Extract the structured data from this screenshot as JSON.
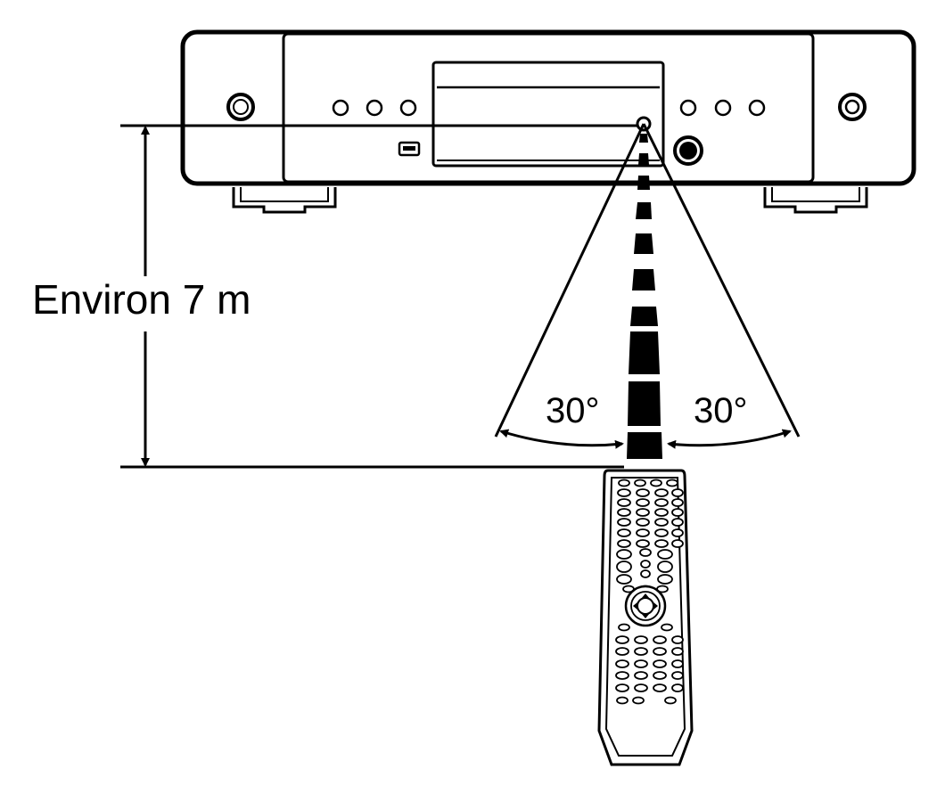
{
  "diagram": {
    "distance_label": "Environ 7 m",
    "angle_left_label": "30°",
    "angle_right_label": "30°"
  },
  "colors": {
    "ink": "#000000",
    "paper": "#ffffff"
  },
  "icons": {
    "player": "cd-player-icon",
    "remote": "remote-control-icon",
    "sensor": "remote-sensor-icon"
  }
}
